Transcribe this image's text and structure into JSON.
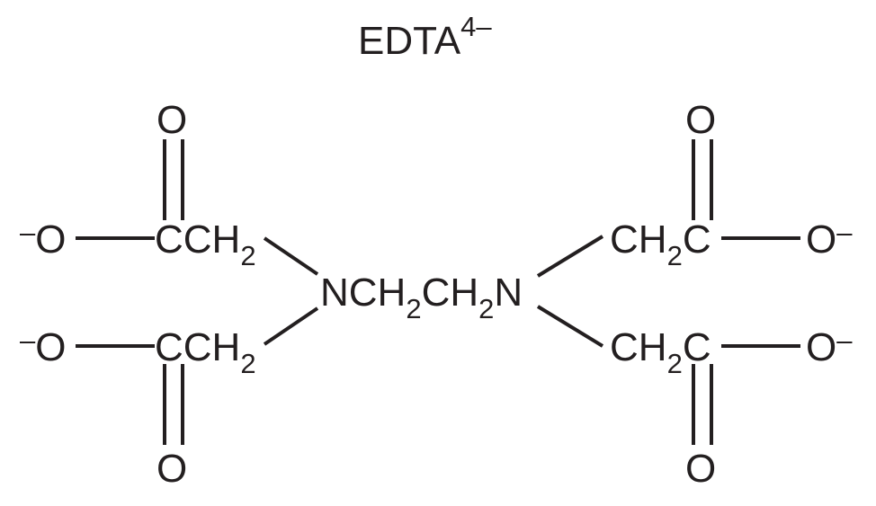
{
  "title": {
    "main": "EDTA",
    "charge": "4–"
  },
  "molecule": {
    "center": {
      "n_left": "N",
      "ch": "CH",
      "ch_sub": "2",
      "ch2": "CH",
      "ch2_sub": "2",
      "n_right": "N"
    },
    "upper_left": {
      "o_charge": "–",
      "o": "O",
      "c": "C",
      "ch": "CH",
      "sub": "2",
      "carbonyl_o": "O"
    },
    "lower_left": {
      "o_charge": "–",
      "o": "O",
      "c": "C",
      "ch": "CH",
      "sub": "2",
      "carbonyl_o": "O"
    },
    "upper_right": {
      "ch": "CH",
      "sub": "2",
      "c": "C",
      "o": "O",
      "o_charge": "–",
      "carbonyl_o": "O"
    },
    "lower_right": {
      "ch": "CH",
      "sub": "2",
      "c": "C",
      "o": "O",
      "o_charge": "–",
      "carbonyl_o": "O"
    }
  }
}
